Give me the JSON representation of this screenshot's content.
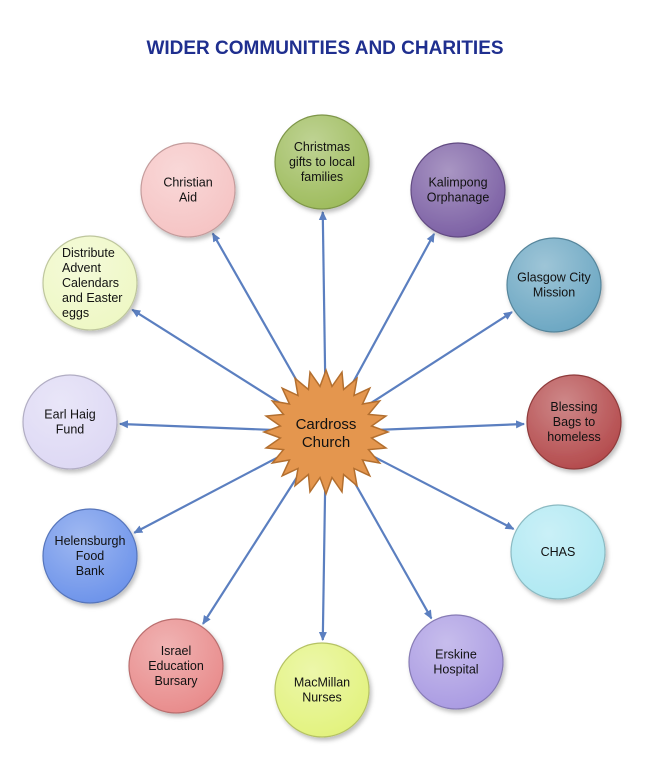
{
  "title": "WIDER COMMUNITIES AND CHARITIES",
  "center": {
    "label": [
      "Cardross",
      "Church"
    ],
    "color": "#e4964e"
  },
  "nodes": [
    {
      "label": [
        "Christmas",
        "gifts to local",
        "families"
      ],
      "color": "#9dbb5b"
    },
    {
      "label": [
        "Kalimpong",
        "Orphanage"
      ],
      "color": "#7a5ea3"
    },
    {
      "label": [
        "Glasgow City",
        "Mission"
      ],
      "color": "#6aa6c2"
    },
    {
      "label": [
        "Blessing",
        "Bags to",
        "homeless"
      ],
      "color": "#b3484a"
    },
    {
      "label": [
        "CHAS"
      ],
      "color": "#aee8f2"
    },
    {
      "label": [
        "Erskine",
        "Hospital"
      ],
      "color": "#a99ae2"
    },
    {
      "label": [
        "MacMillan",
        "Nurses"
      ],
      "color": "#e2f27c"
    },
    {
      "label": [
        "Israel",
        "Education",
        "Bursary"
      ],
      "color": "#e88a8a"
    },
    {
      "label": [
        "Helensburgh",
        "Food",
        "Bank"
      ],
      "color": "#6b92ea"
    },
    {
      "label": [
        "Earl Haig",
        "Fund"
      ],
      "color": "#ddd8f4"
    },
    {
      "label": [
        "Distribute",
        "Advent",
        "Calendars",
        "and Easter",
        "eggs"
      ],
      "color": "#eef8c4",
      "align": "left"
    },
    {
      "label": [
        "Christian",
        "Aid"
      ],
      "color": "#f5c3c3"
    }
  ],
  "arrow_color": "#5b7fc0"
}
